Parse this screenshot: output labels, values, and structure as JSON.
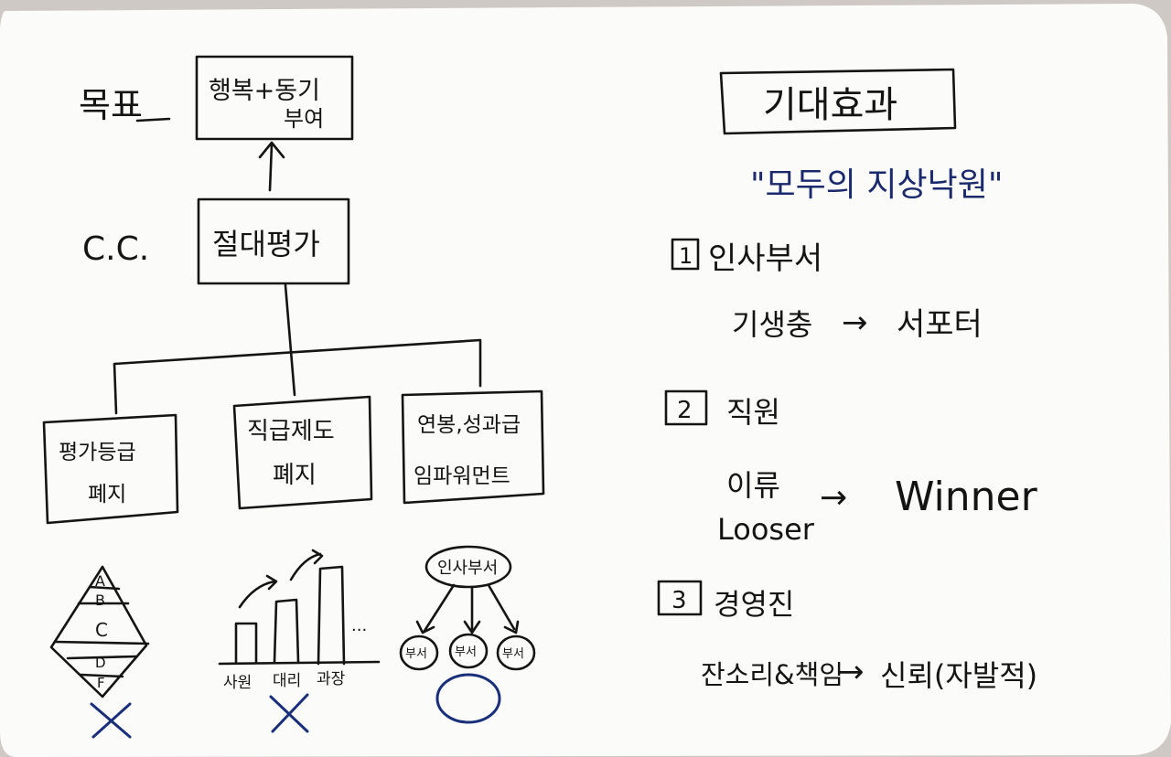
{
  "colors": {
    "ink": "#141414",
    "blue_ink": "#1a2f7a",
    "board": "#fbfbfa"
  },
  "left": {
    "goal_label": "목표",
    "goal_box_line1": "행복+동기",
    "goal_box_line2": "부여",
    "cc_label": "C.C.",
    "cc_box": "절대평가",
    "branches": [
      {
        "line1": "평가등급",
        "line2": "폐지"
      },
      {
        "line1": "직급제도",
        "line2": "폐지"
      },
      {
        "line1": "연봉,성과급",
        "line2": "임파워먼트"
      }
    ],
    "pyramid_grades": [
      "A",
      "B",
      "C",
      "D",
      "F"
    ],
    "bar_axis_labels": [
      "사원",
      "대리",
      "과장"
    ],
    "bar_ellipsis": "...",
    "hr_node": "인사부서",
    "dept_nodes": [
      "부서",
      "부서",
      "부서"
    ]
  },
  "right": {
    "title": "기대효과",
    "slogan": "\"모두의 지상낙원\"",
    "items": [
      {
        "number": "1",
        "heading": "인사부서",
        "from": "기생충",
        "arrow": "→",
        "to": "서포터"
      },
      {
        "number": "2",
        "heading": "직원",
        "from_line1": "이류",
        "from_line2": "Looser",
        "arrow": "→",
        "to": "Winner"
      },
      {
        "number": "3",
        "heading": "경영진",
        "from": "잔소리&책임",
        "arrow": "→",
        "to": "신뢰(자발적)"
      }
    ]
  }
}
